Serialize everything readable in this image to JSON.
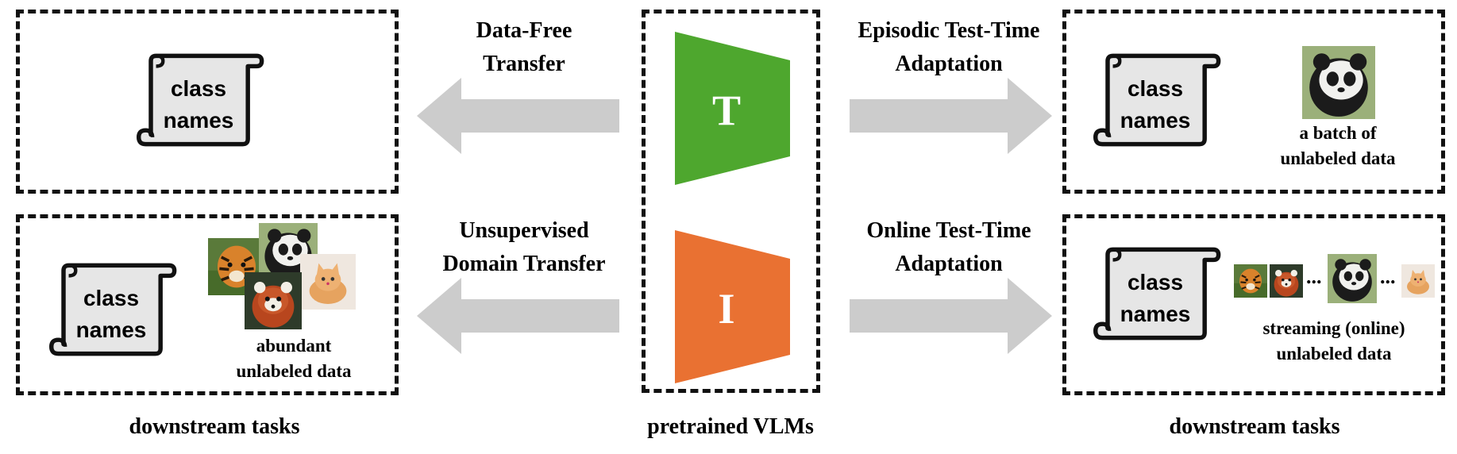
{
  "center": {
    "caption": "pretrained VLMs",
    "text_encoder_letter": "T",
    "image_encoder_letter": "I",
    "colors": {
      "text_encoder": "#4ea72e",
      "image_encoder": "#e97132"
    }
  },
  "transfers": {
    "top_left": {
      "line1": "Data-Free",
      "line2": "Transfer"
    },
    "bottom_left": {
      "line1": "Unsupervised",
      "line2": "Domain Transfer"
    },
    "top_right": {
      "line1": "Episodic Test-Time",
      "line2": "Adaptation"
    },
    "bottom_right": {
      "line1": "Online Test-Time",
      "line2": "Adaptation"
    }
  },
  "scroll": {
    "line1": "class",
    "line2": "names"
  },
  "data_captions": {
    "abundant": {
      "line1": "abundant",
      "line2": "unlabeled data"
    },
    "batch": {
      "line1": "a batch of",
      "line2": "unlabeled data"
    },
    "streaming": {
      "line1": "streaming (online)",
      "line2": "unlabeled data"
    }
  },
  "ellipsis": "...",
  "left_caption": "downstream tasks",
  "right_caption": "downstream tasks",
  "arrow_color": "#cccccc",
  "image_icons": [
    "tiger-image",
    "panda-image",
    "red-panda-image",
    "kitten-image"
  ]
}
